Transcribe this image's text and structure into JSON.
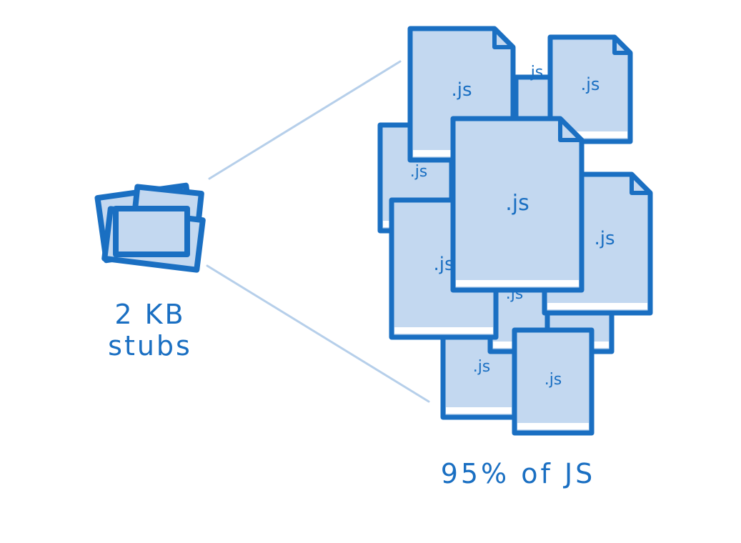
{
  "stubs": {
    "label_line1": "2 KB",
    "label_line2": "stubs"
  },
  "bundle": {
    "label": "95% of JS",
    "file_label": ".js"
  },
  "colors": {
    "stroke": "#1a6fc2",
    "fill": "#c3d8f0",
    "connector": "#b6cfea"
  }
}
